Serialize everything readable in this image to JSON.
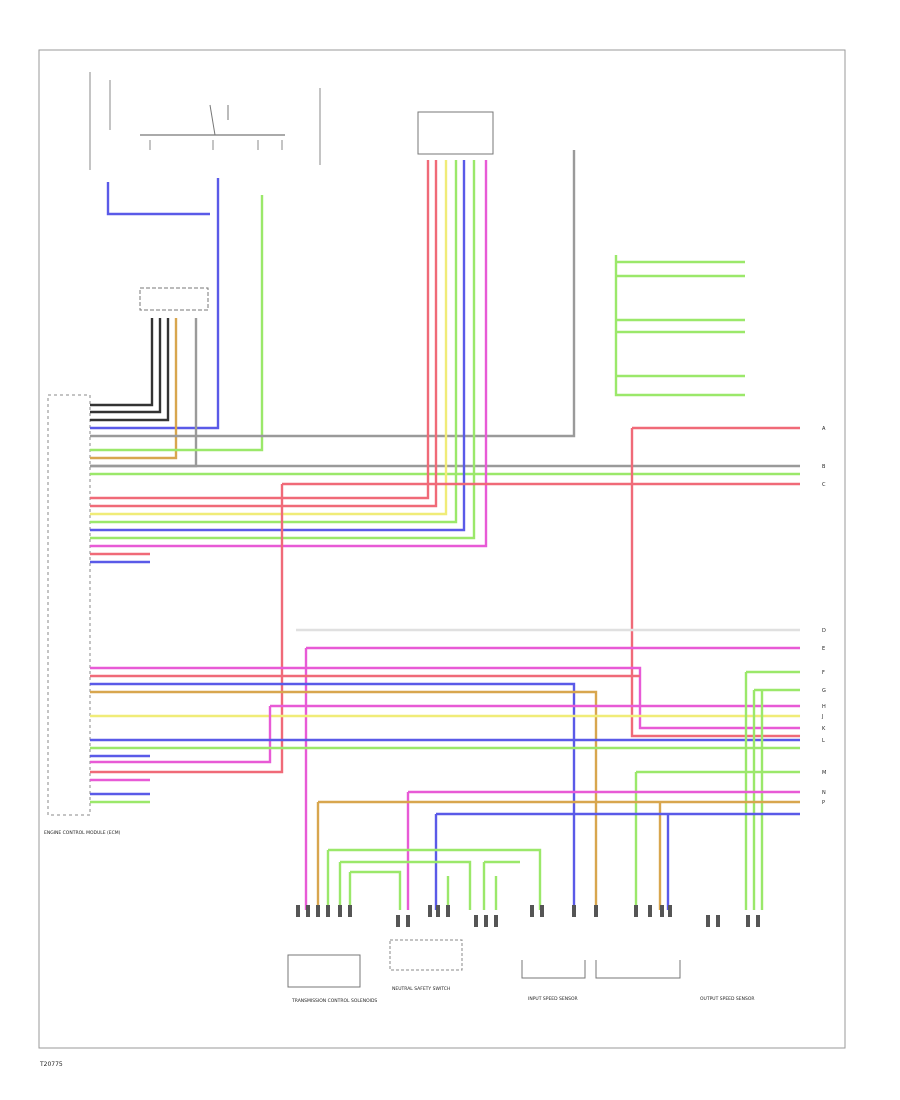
{
  "page_ref": "T20775",
  "connector_marks": [
    "A",
    "B",
    "C",
    "D",
    "E",
    "F",
    "G",
    "H",
    "J",
    "K",
    "L",
    "M",
    "N",
    "P"
  ],
  "ecm_label": "ENGINE CONTROL MODULE (ECM)",
  "transmission_label": "TRANSMISSION CONTROL SOLENOIDS",
  "neutral_switch_label": "NEUTRAL SAFETY SWITCH",
  "sensor_a_label": "INPUT SPEED SENSOR",
  "sensor_b_label": "OUTPUT SPEED SENSOR",
  "colors": {
    "blue": "#5a5ae8",
    "green": "#9be86a",
    "red": "#f06a78",
    "pink": "#e85ad6",
    "yellow": "#f0ec78",
    "orange": "#d8a64e",
    "gray": "#9a9a9a",
    "black": "#333333",
    "frame": "#9a9a9a"
  }
}
